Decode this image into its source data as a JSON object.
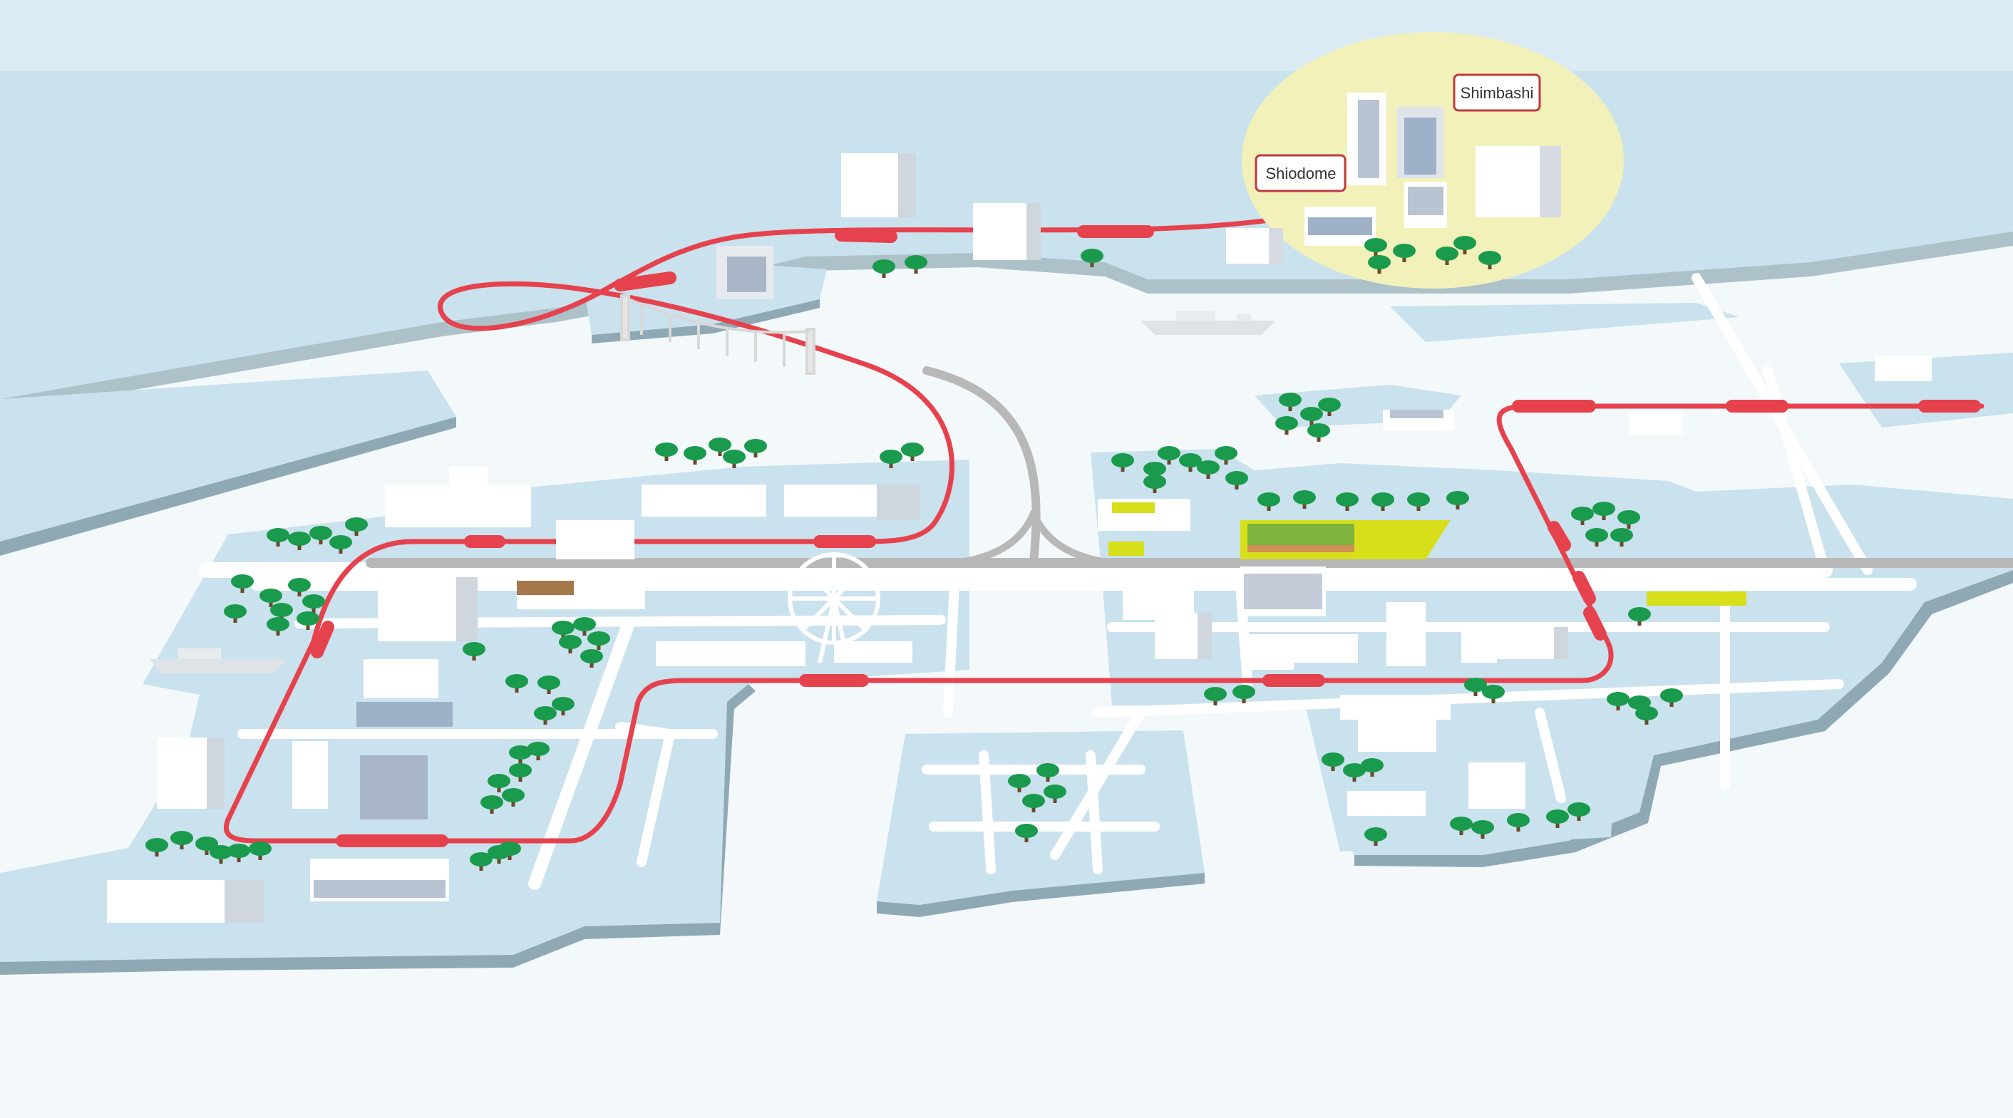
{
  "map": {
    "stations": [
      {
        "id": "shimbashi",
        "label": "Shimbashi"
      },
      {
        "id": "shiodome",
        "label": "Shiodome"
      }
    ],
    "icons": [
      "tree-icon",
      "building-icon",
      "ferris-wheel-icon",
      "bridge-icon",
      "ship-icon",
      "station-icon"
    ],
    "colors": {
      "water": "#f3f8fb",
      "land": "#c9e2ee",
      "land_edge": "#8fa9b4",
      "road": "#ffffff",
      "rail": "#e5424d",
      "expressway": "#b8b8b8",
      "highlight": "#f2f1b9",
      "tree": "#1a9a4c",
      "field": "#d6df1a"
    }
  }
}
